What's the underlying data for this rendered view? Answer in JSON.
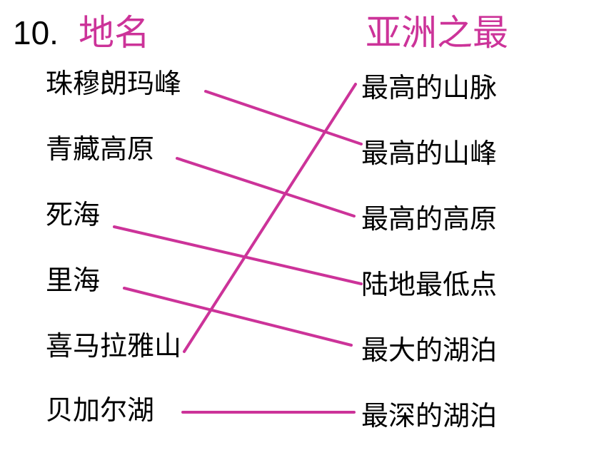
{
  "question": {
    "number": "10.",
    "left_heading": "地名",
    "right_heading": "亚洲之最",
    "heading_color": "#CC3399",
    "line_color": "#CC3399"
  },
  "places": [
    "珠穆朗玛峰",
    "青藏高原",
    "死海",
    "里海",
    "喜马拉雅山",
    "贝加尔湖"
  ],
  "superlatives": [
    "最高的山脉",
    "最高的山峰",
    "最高的高原",
    "陆地最低点",
    "最大的湖泊",
    "最深的湖泊"
  ],
  "matches": [
    {
      "place": 0,
      "superlative": 1
    },
    {
      "place": 1,
      "superlative": 2
    },
    {
      "place": 2,
      "superlative": 3
    },
    {
      "place": 3,
      "superlative": 4
    },
    {
      "place": 4,
      "superlative": 0
    },
    {
      "place": 5,
      "superlative": 5
    }
  ]
}
